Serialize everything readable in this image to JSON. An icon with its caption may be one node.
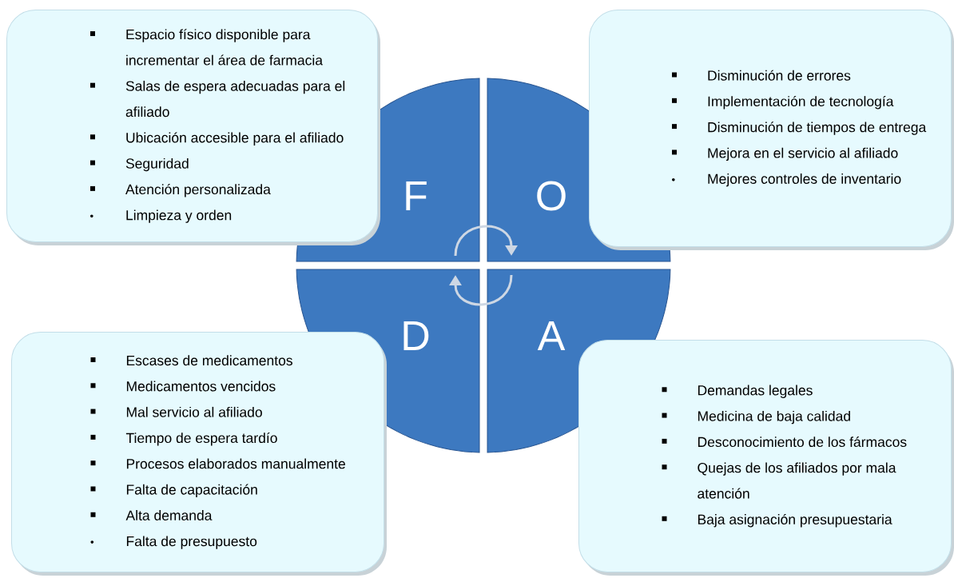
{
  "diagram": {
    "nodes": [
      {
        "text": [
          "Espacio físico disponible para incrementar el área de farmacia",
          "Salas de espera adecuadas para el afiliado",
          "Ubicación accesible para el afiliado",
          "Seguridad",
          "Atención personalizada",
          "Limpieza y orden"
        ]
      },
      {
        "text": [
          "Disminución de errores",
          "Implementación de tecnología",
          "Disminución de tiempos de entrega",
          "Mejora en el servicio al afiliado",
          "Mejores controles de inventario"
        ]
      },
      {
        "text": [
          "F"
        ]
      },
      {
        "text": [
          "O"
        ]
      },
      {
        "text": [
          "D"
        ]
      },
      {
        "text": [
          "A"
        ]
      },
      {
        "text": [
          "Escases de medicamentos",
          "Medicamentos vencidos",
          "Mal servicio al afiliado",
          "Tiempo de espera tardío",
          "Procesos elaborados manualmente",
          "Falta de capacitación",
          "Alta demanda",
          "Falta de presupuesto"
        ]
      },
      {
        "text": [
          "Demandas legales",
          "Medicina de baja calidad",
          "Desconocimiento de los fármacos",
          "Quejas de los afiliados por mala atención",
          "Baja asignación presupuestaria"
        ]
      }
    ],
    "edges": [
      {
        "from": 2,
        "to": 3,
        "arrow": "to"
      },
      {
        "from": 5,
        "to": 4,
        "arrow": "to"
      }
    ]
  }
}
